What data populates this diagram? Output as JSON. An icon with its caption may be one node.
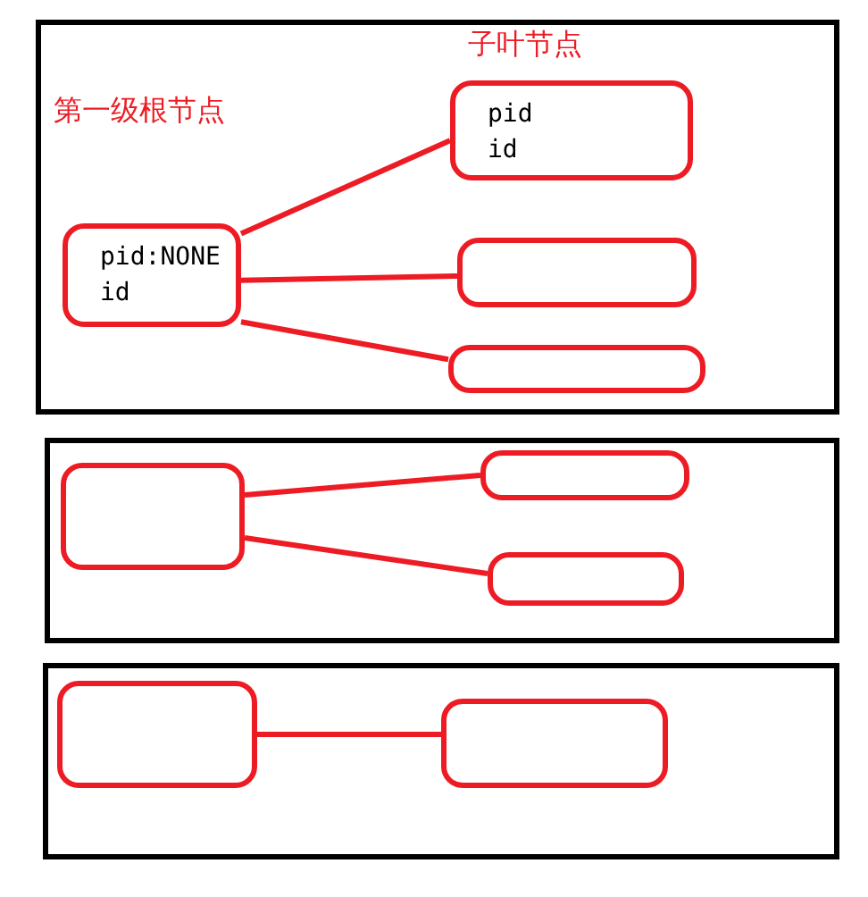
{
  "diagram": {
    "nodes": [
      {
        "text": [],
        "shape": "box"
      },
      {
        "text": [
          "pid:NONE",
          "id"
        ],
        "in": 0
      },
      {
        "text": [
          "pid",
          "id"
        ],
        "in": 0
      },
      {
        "text": [],
        "shape": "box",
        "in": 0
      },
      {
        "text": [],
        "shape": "box",
        "in": 0
      },
      {
        "text": [],
        "shape": "box"
      },
      {
        "text": [],
        "shape": "box",
        "in": 5
      },
      {
        "text": [],
        "shape": "box",
        "in": 5
      },
      {
        "text": [],
        "shape": "box",
        "in": 5
      },
      {
        "text": [],
        "shape": "box"
      },
      {
        "text": [],
        "shape": "box",
        "in": 9
      },
      {
        "text": [],
        "shape": "box",
        "in": 9
      }
    ],
    "edges": [
      {
        "from": 1,
        "to": 2,
        "arrow": "none"
      },
      {
        "from": 1,
        "to": 3,
        "arrow": "none"
      },
      {
        "from": 1,
        "to": 4,
        "arrow": "none"
      },
      {
        "from": 6,
        "to": 7,
        "arrow": "none"
      },
      {
        "from": 6,
        "to": 8,
        "arrow": "none"
      },
      {
        "from": 10,
        "to": 11,
        "arrow": "none"
      }
    ],
    "labels": [
      "子叶节点",
      "第一级根节点"
    ]
  }
}
